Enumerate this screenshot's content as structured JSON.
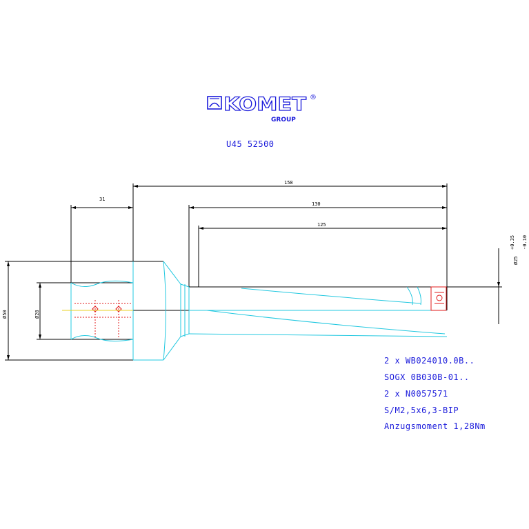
{
  "logo": {
    "brand": "KOMET",
    "sub": "GROUP",
    "registered": "®"
  },
  "part_number": "U45 52500",
  "dimensions": {
    "l158": "158",
    "l130": "130",
    "l125": "125",
    "l31": "31",
    "d50": "Ø50",
    "d28": "Ø28",
    "d25": "Ø25",
    "tol_upper": "+0.35",
    "tol_lower": "-0.10"
  },
  "notes": [
    "2 x WB024010.0B..",
    "SOGX 0B030B-01..",
    "2 x N0057571",
    "S/M2,5x6,3-BIP",
    "Anzugsmoment 1,28Nm"
  ],
  "colors": {
    "outline": "#000000",
    "tool_body": "#22c8e0",
    "insert": "#e01818",
    "text": "#1a1adb"
  }
}
